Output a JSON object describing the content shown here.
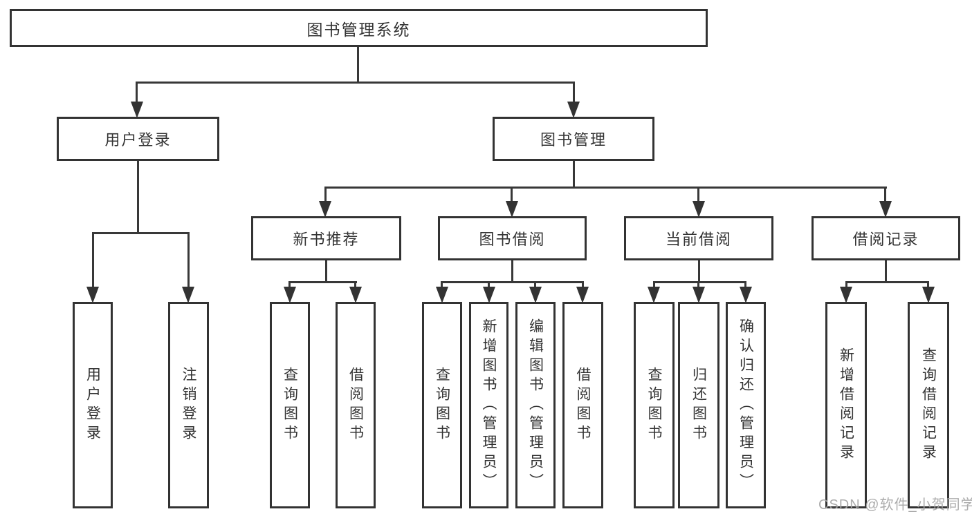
{
  "diagram": {
    "title": "图书管理系统",
    "level2": [
      "用户登录",
      "图书管理"
    ],
    "level3": [
      "新书推荐",
      "图书借阅",
      "当前借阅",
      "借阅记录"
    ],
    "leaves": [
      "用户登录",
      "注销登录",
      "查询图书",
      "借阅图书",
      "查询图书",
      "新增图书（管理员）",
      "编辑图书（管理员）",
      "借阅图书",
      "查询图书",
      "归还图书",
      "确认归还（管理员）",
      "新增借阅记录",
      "查询借阅记录"
    ],
    "structure": {
      "图书管理系统": [
        "用户登录",
        "图书管理"
      ],
      "用户登录": [
        "用户登录",
        "注销登录"
      ],
      "图书管理": [
        "新书推荐",
        "图书借阅",
        "当前借阅",
        "借阅记录"
      ],
      "新书推荐": [
        "查询图书",
        "借阅图书"
      ],
      "图书借阅": [
        "查询图书",
        "新增图书（管理员）",
        "编辑图书（管理员）",
        "借阅图书"
      ],
      "当前借阅": [
        "查询图书",
        "归还图书",
        "确认归还（管理员）"
      ],
      "借阅记录": [
        "新增借阅记录",
        "查询借阅记录"
      ]
    },
    "colors": {
      "box_border": "#333333",
      "box_fill": "#ffffff",
      "line": "#383838",
      "text": "#333333",
      "watermark": "#a5a5a5"
    },
    "watermark": "CSDN @软件_小贺同学"
  }
}
